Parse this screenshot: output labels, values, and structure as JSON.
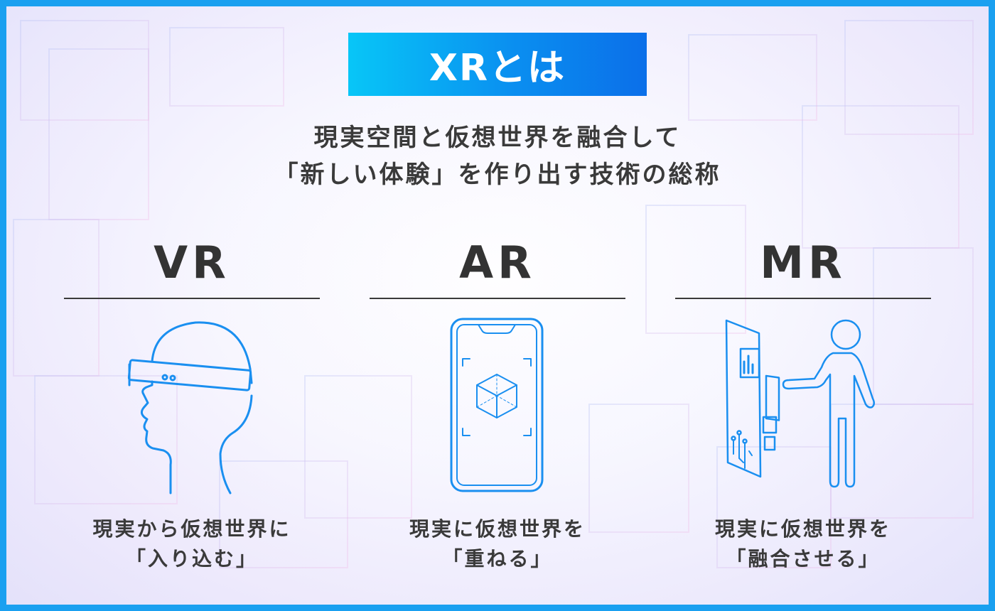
{
  "title": "XRとは",
  "subtitle_lines": [
    "現実空間と仮想世界を融合して",
    "「新しい体験」を作り出す技術の総称"
  ],
  "columns": [
    {
      "heading": "VR",
      "icon": "vr-headset-icon",
      "desc_lines": [
        "現実から仮想世界に",
        "「入り込む」"
      ]
    },
    {
      "heading": "AR",
      "icon": "ar-smartphone-icon",
      "desc_lines": [
        "現実に仮想世界を",
        "「重ねる」"
      ]
    },
    {
      "heading": "MR",
      "icon": "mr-hologram-person-icon",
      "desc_lines": [
        "現実に仮想世界を",
        "「融合させる」"
      ]
    }
  ],
  "colors": {
    "accent": "#0a8ff0",
    "accent_light": "#08c6f7",
    "text": "#3a3a3a",
    "icon_stroke": "#1a8ff0"
  }
}
